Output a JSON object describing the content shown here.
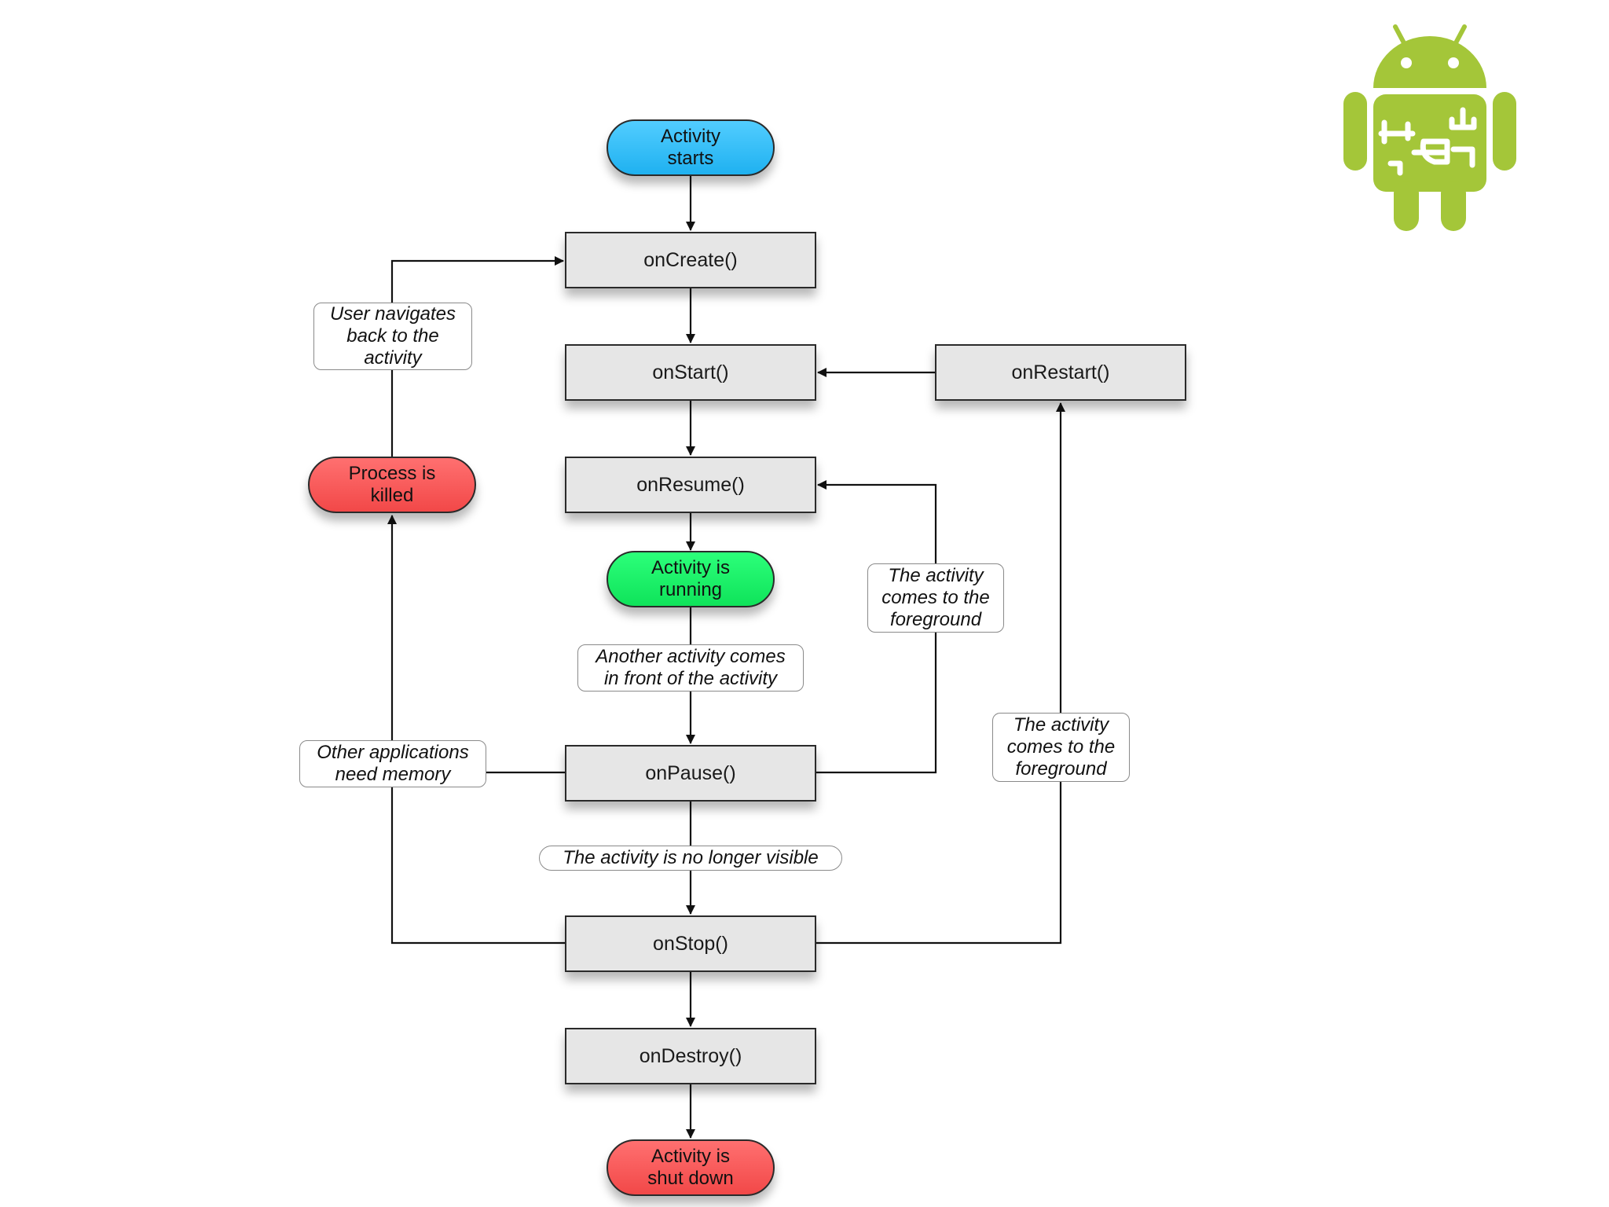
{
  "colors": {
    "start": "#2ab8f6",
    "running": "#14ef63",
    "terminal": "#f45050",
    "method_box": "#e6e6e6",
    "android_green": "#a4c639"
  },
  "logo": {
    "icon": "android-robot-icon"
  },
  "nodes": {
    "activity_starts": {
      "line1": "Activity",
      "line2": "starts"
    },
    "on_create": "onCreate()",
    "on_start": "onStart()",
    "on_restart": "onRestart()",
    "on_resume": "onResume()",
    "activity_running": {
      "line1": "Activity is",
      "line2": "running"
    },
    "process_killed": {
      "line1": "Process is",
      "line2": "killed"
    },
    "on_pause": "onPause()",
    "on_stop": "onStop()",
    "on_destroy": "onDestroy()",
    "activity_shut_down": {
      "line1": "Activity is",
      "line2": "shut down"
    }
  },
  "notes": {
    "user_navigates_back": {
      "line1": "User navigates",
      "line2": "back to the",
      "line3": "activity"
    },
    "foreground_resume": {
      "line1": "The activity",
      "line2": "comes to the",
      "line3": "foreground"
    },
    "another_activity": {
      "line1": "Another activity comes",
      "line2": "in front of the activity"
    },
    "other_apps_memory": {
      "line1": "Other applications",
      "line2": "need memory"
    },
    "foreground_restart": {
      "line1": "The activity",
      "line2": "comes to the",
      "line3": "foreground"
    },
    "no_longer_visible": "The activity is no longer visible"
  }
}
